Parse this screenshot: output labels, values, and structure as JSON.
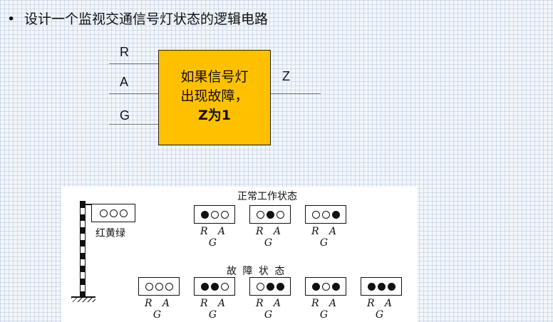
{
  "bullet": {
    "symbol": "•",
    "text": "设计一个监视交通信号灯状态的逻辑电路"
  },
  "block": {
    "inputs": [
      "R",
      "A",
      "G"
    ],
    "output": "Z",
    "line1": "如果信号灯",
    "line2": "出现故障，",
    "line3": "Z为1"
  },
  "signal_head_label": "红黄绿",
  "normal": {
    "title": "正常工作状态",
    "states": [
      {
        "lamps": [
          1,
          0,
          0
        ],
        "label": "R A G"
      },
      {
        "lamps": [
          0,
          1,
          0
        ],
        "label": "R A G"
      },
      {
        "lamps": [
          0,
          0,
          1
        ],
        "label": "R A G"
      }
    ]
  },
  "fault": {
    "title": "故  障  状  态",
    "states": [
      {
        "lamps": [
          0,
          0,
          0
        ],
        "label": "R A G"
      },
      {
        "lamps": [
          1,
          1,
          0
        ],
        "label": "R A G"
      },
      {
        "lamps": [
          0,
          1,
          1
        ],
        "label": "R A G"
      },
      {
        "lamps": [
          1,
          0,
          1
        ],
        "label": "R A G"
      },
      {
        "lamps": [
          1,
          1,
          1
        ],
        "label": "R A G"
      }
    ]
  }
}
